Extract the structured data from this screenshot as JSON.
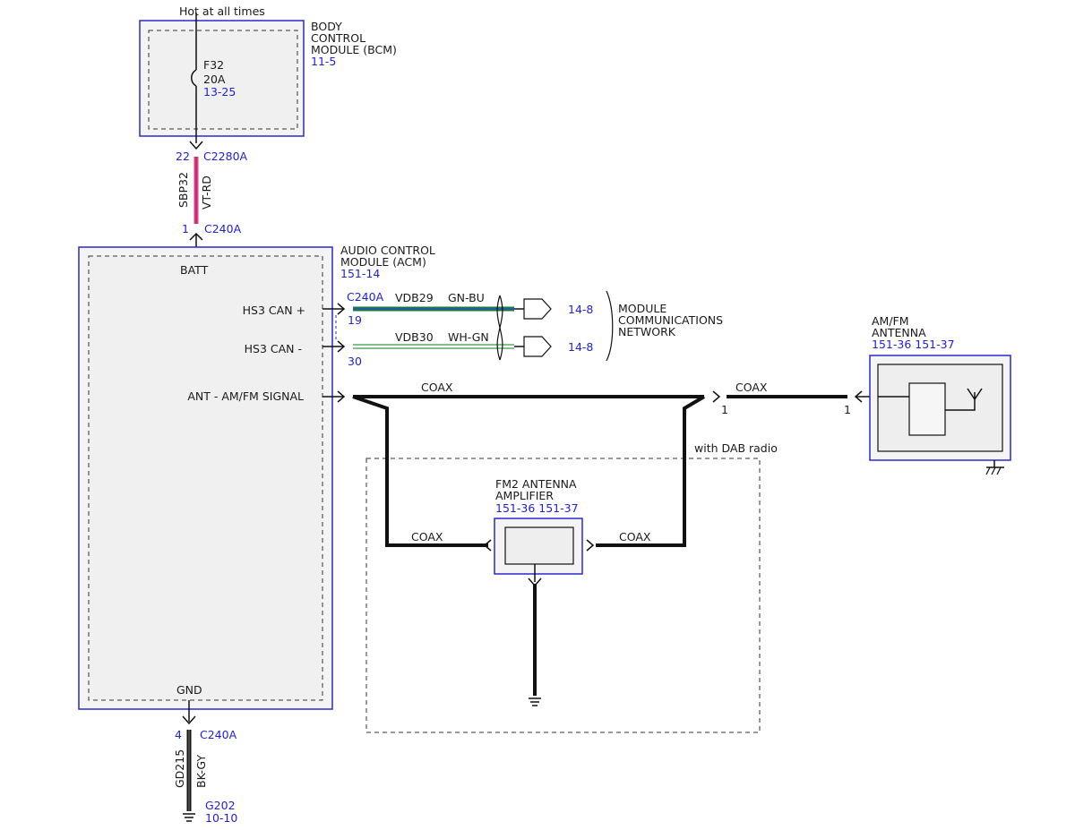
{
  "hot_label": "Hot at all times",
  "bcm": {
    "name_lines": [
      "BODY",
      "CONTROL",
      "MODULE (BCM)"
    ],
    "ref": "11-5",
    "fuse": {
      "id": "F32",
      "rating": "20A",
      "ref": "13-25"
    }
  },
  "connector_c2280a": {
    "pin": "22",
    "id": "C2280A"
  },
  "wire_sbp32": {
    "circuit": "SBP32",
    "color": "VT-RD"
  },
  "connector_c240a_batt": {
    "pin": "1",
    "id": "C240A"
  },
  "acm": {
    "name_lines": [
      "AUDIO CONTROL",
      "MODULE (ACM)"
    ],
    "ref": "151-14",
    "pins": {
      "batt": "BATT",
      "hs3_can_plus": "HS3 CAN +",
      "hs3_can_minus": "HS3 CAN -",
      "ant": "ANT - AM/FM SIGNAL",
      "gnd": "GND"
    }
  },
  "can_connector": {
    "id": "C240A",
    "pin_plus": "19",
    "pin_minus": "30"
  },
  "can_plus_wire": {
    "circuit": "VDB29",
    "color": "GN-BU",
    "ref": "14-8"
  },
  "can_minus_wire": {
    "circuit": "VDB30",
    "color": "WH-GN",
    "ref": "14-8"
  },
  "network_lines": [
    "MODULE",
    "COMMUNICATIONS",
    "NETWORK"
  ],
  "coax_label": "COAX",
  "antenna": {
    "name_lines": [
      "AM/FM",
      "ANTENNA"
    ],
    "refs": "151-36  151-37",
    "pin_left": "1",
    "pin_right": "1"
  },
  "dab_label": "with DAB radio",
  "amplifier": {
    "name_lines": [
      "FM2 ANTENNA",
      "AMPLIFIER"
    ],
    "refs": "151-36  151-37"
  },
  "ground": {
    "pin": "4",
    "connector": "C240A",
    "circuit": "GD215",
    "color": "BK-GY",
    "point": "G202",
    "ref": "10-10"
  },
  "colors": {
    "ref_blue": "#1f1fd6",
    "vt_rd": "#e0428a",
    "gn_bu_green": "#1f7a3a",
    "gn_bu_blue": "#1f4fd6",
    "wh_gn": "#3a9a4a"
  }
}
